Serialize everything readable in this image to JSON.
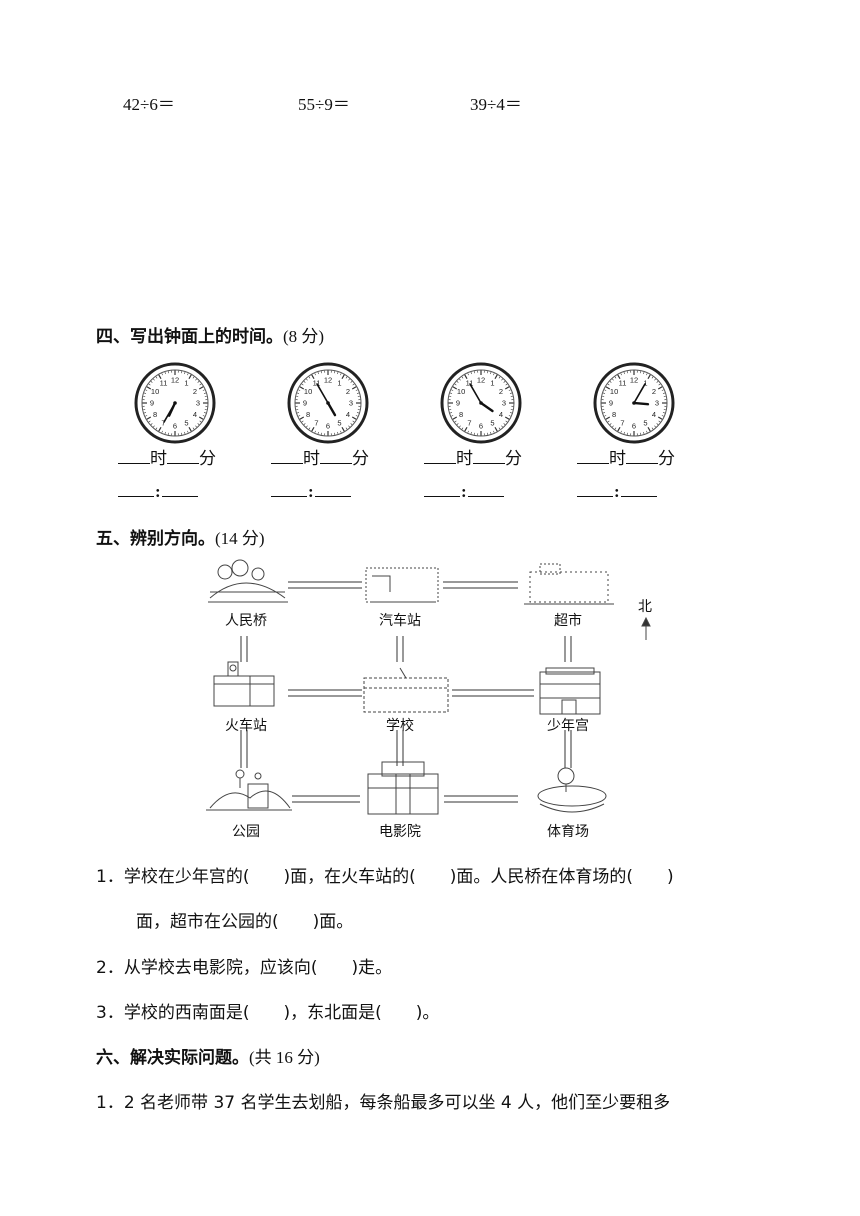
{
  "division": {
    "items": [
      "42÷6＝",
      "55÷9＝",
      "39÷4＝"
    ]
  },
  "section4": {
    "title": "四、写出钟面上的时间。",
    "points": "(8 分)",
    "clocks": [
      {
        "hour_hand_deg": 205,
        "minute_hand_deg": 210
      },
      {
        "hour_hand_deg": 150,
        "minute_hand_deg": 330
      },
      {
        "hour_hand_deg": 125,
        "minute_hand_deg": 330
      },
      {
        "hour_hand_deg": 95,
        "minute_hand_deg": 30
      }
    ],
    "hour_label": "时",
    "minute_label": "分",
    "colon": ":"
  },
  "section5": {
    "title": "五、辨别方向。",
    "points": "(14 分)",
    "places": {
      "renminqiao": "人民桥",
      "qichezhan": "汽车站",
      "chaoshi": "超市",
      "huochezhan": "火车站",
      "xuexiao": "学校",
      "shaoniangong": "少年宫",
      "gongyuan": "公园",
      "dianyingyuan": "电影院",
      "tiyuchang": "体育场"
    },
    "north": "北",
    "q1_line1": "1．学校在少年宫的(　　)面，在火车站的(　　)面。人民桥在体育场的(　　)",
    "q1_line2": "面，超市在公园的(　　)面。",
    "q2": "2．从学校去电影院，应该向(　　)走。",
    "q3": "3．学校的西南面是(　　)，东北面是(　　)。"
  },
  "section6": {
    "title": "六、解决实际问题。",
    "points": "(共 16 分)",
    "q1": "1．2 名老师带 37 名学生去划船，每条船最多可以坐 4 人，他们至少要租多"
  }
}
